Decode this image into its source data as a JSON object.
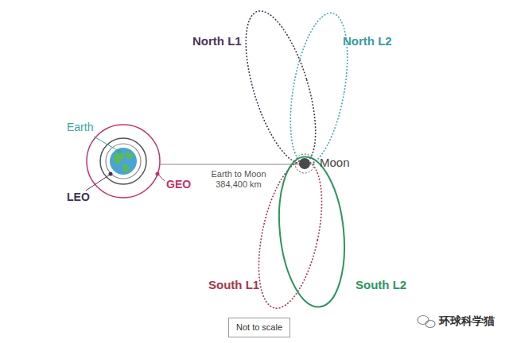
{
  "diagram": {
    "nodes": [
      {
        "text": [
          "Not to scale"
        ]
      }
    ],
    "labels": [
      "North L1",
      "North L2",
      "Earth",
      "LEO",
      "GEO",
      "Earth to Moon 384,400 km",
      "Moon",
      "South L1",
      "South L2",
      "环球科学猫"
    ]
  }
}
